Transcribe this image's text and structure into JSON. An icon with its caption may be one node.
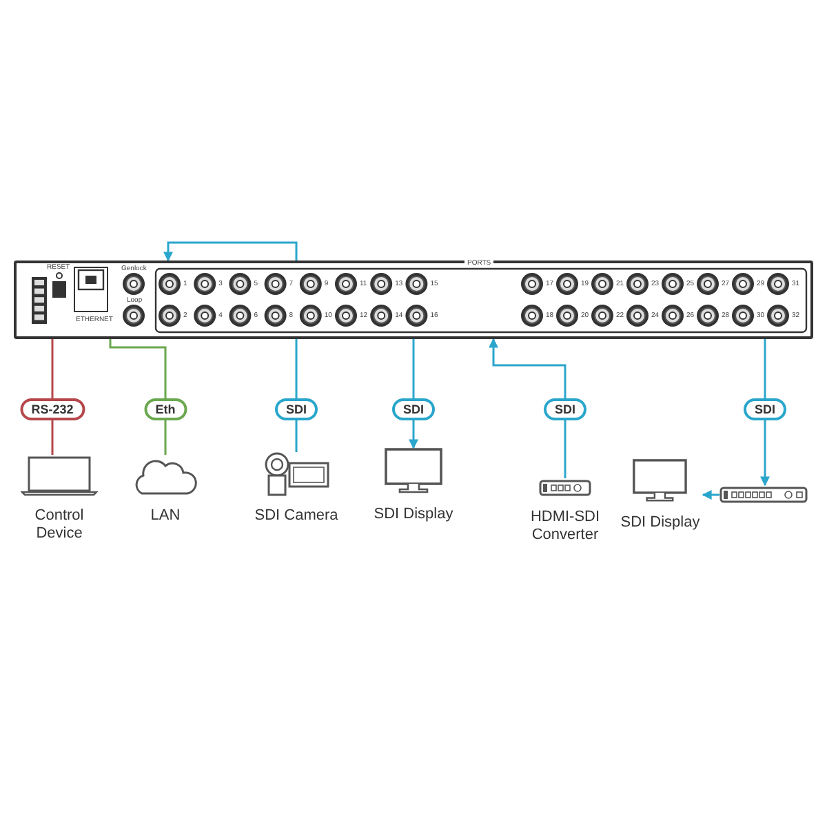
{
  "diagram": {
    "nodes": [
      {
        "text": [],
        "shape": "box"
      },
      {
        "text": [
          "Control Device"
        ]
      },
      {
        "text": [
          "LAN"
        ]
      },
      {
        "text": [
          "SDI Camera"
        ]
      },
      {
        "text": [
          "SDI Display"
        ]
      },
      {
        "text": [
          "HDMI-SDI Converter"
        ]
      },
      {
        "text": [
          "SDI Display"
        ]
      },
      {
        "text": [],
        "shape": "picture"
      }
    ],
    "edges": [
      {
        "from": 0,
        "to": 1,
        "arrow": "none",
        "label": "RS-232",
        "color": "#b5474b"
      },
      {
        "from": 0,
        "to": 2,
        "arrow": "none",
        "label": "Eth",
        "color": "#6aa84f"
      },
      {
        "from": 3,
        "to": 0,
        "arrow": "to",
        "label": "SDI"
      },
      {
        "from": 0,
        "to": 4,
        "arrow": "to",
        "label": "SDI"
      },
      {
        "from": 5,
        "to": 0,
        "arrow": "to",
        "label": "SDI"
      },
      {
        "from": 0,
        "to": 7,
        "arrow": "to",
        "label": "SDI"
      },
      {
        "from": 7,
        "to": 6,
        "arrow": "to"
      }
    ],
    "labels": [
      "RESET",
      "ETHERNET",
      "Genlock",
      "Loop",
      "PORTS",
      "1",
      "3",
      "5",
      "7",
      "9",
      "11",
      "13",
      "15",
      "17",
      "19",
      "21",
      "23",
      "25",
      "27",
      "29",
      "31",
      "2",
      "4",
      "6",
      "8",
      "10",
      "12",
      "14",
      "16",
      "18",
      "20",
      "22",
      "24",
      "26",
      "28",
      "30",
      "32"
    ]
  }
}
